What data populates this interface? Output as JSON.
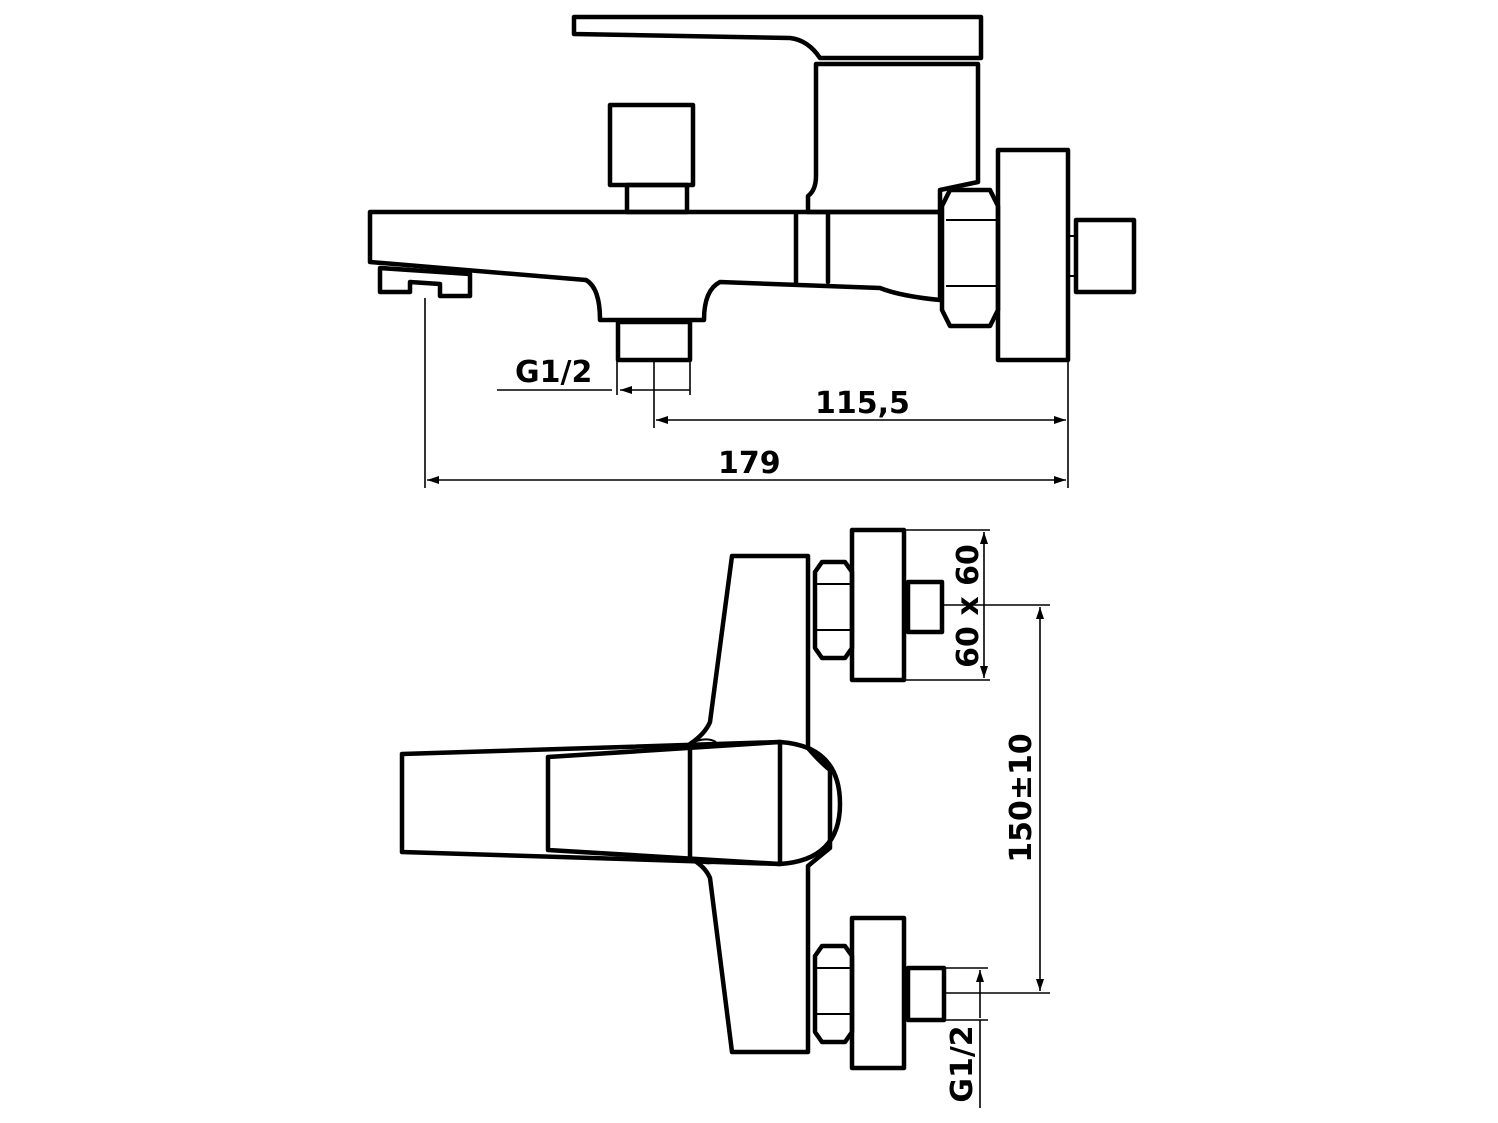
{
  "dimensions": {
    "top_inlet_thread": "G1/2",
    "top_inlet_to_wall": "115,5",
    "top_total_projection": "179",
    "flange_size": "60 x 60",
    "inlet_spacing": "150±10",
    "front_inlet_thread": "G1/2"
  },
  "colors": {
    "line": "#000000",
    "background": "#ffffff"
  }
}
